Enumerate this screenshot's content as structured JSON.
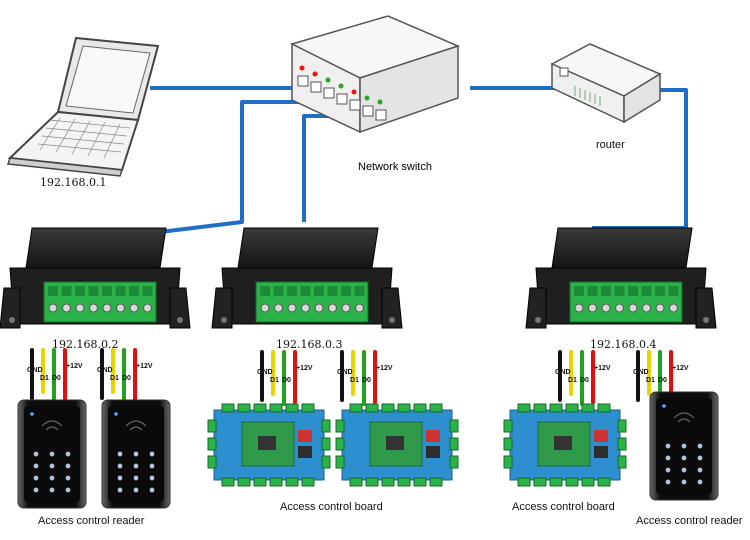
{
  "devices": {
    "laptop_ip": "192.168.0.1",
    "switch_label": "Network switch",
    "router_label": "router",
    "controllers": [
      {
        "ip": "192.168.0.2"
      },
      {
        "ip": "192.168.0.3"
      },
      {
        "ip": "192.168.0.4"
      }
    ]
  },
  "wire_labels": {
    "gnd": "GND",
    "d1": "D1",
    "d0": "D0",
    "v12": "+12V"
  },
  "captions": {
    "reader_left": "Access control reader",
    "board_middle": "Access control board",
    "board_right": "Access control board",
    "reader_right": "Access control reader"
  },
  "colors": {
    "cable": "#1f6fc8",
    "controller_body": "#1f1f1f",
    "terminal_green": "#2bb34a",
    "board_blue": "#2d8fd0",
    "board_green": "#2f9a4a",
    "wire_black": "#111111",
    "wire_yellow": "#e8d400",
    "wire_green": "#22a020",
    "wire_red": "#e01010"
  }
}
